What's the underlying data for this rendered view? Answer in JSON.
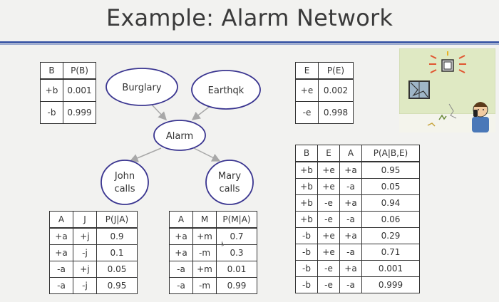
{
  "title": "Example: Alarm Network",
  "nodes": {
    "burglary": "Burglary",
    "earthquake": "Earthqk",
    "alarm": "Alarm",
    "john_line1": "John",
    "john_line2": "calls",
    "mary_line1": "Mary",
    "mary_line2": "calls"
  },
  "cpt_b": {
    "headers": [
      "B",
      "P(B)"
    ],
    "rows": [
      [
        "+b",
        "0.001"
      ],
      [
        "-b",
        "0.999"
      ]
    ]
  },
  "cpt_e": {
    "headers": [
      "E",
      "P(E)"
    ],
    "rows": [
      [
        "+e",
        "0.002"
      ],
      [
        "-e",
        "0.998"
      ]
    ]
  },
  "cpt_j": {
    "headers": [
      "A",
      "J",
      "P(J|A)"
    ],
    "rows": [
      [
        "+a",
        "+j",
        "0.9"
      ],
      [
        "+a",
        "-j",
        "0.1"
      ],
      [
        "-a",
        "+j",
        "0.05"
      ],
      [
        "-a",
        "-j",
        "0.95"
      ]
    ]
  },
  "cpt_m": {
    "headers": [
      "A",
      "M",
      "P(M|A)"
    ],
    "rows": [
      [
        "+a",
        "+m",
        "0.7"
      ],
      [
        "+a",
        "-m",
        "0.3"
      ],
      [
        "-a",
        "+m",
        "0.01"
      ],
      [
        "-a",
        "-m",
        "0.99"
      ]
    ]
  },
  "cpt_a": {
    "headers": [
      "B",
      "E",
      "A",
      "P(A|B,E)"
    ],
    "rows": [
      [
        "+b",
        "+e",
        "+a",
        "0.95"
      ],
      [
        "+b",
        "+e",
        "-a",
        "0.05"
      ],
      [
        "+b",
        "-e",
        "+a",
        "0.94"
      ],
      [
        "+b",
        "-e",
        "-a",
        "0.06"
      ],
      [
        "-b",
        "+e",
        "+a",
        "0.29"
      ],
      [
        "-b",
        "+e",
        "-a",
        "0.71"
      ],
      [
        "-b",
        "-e",
        "+a",
        "0.001"
      ],
      [
        "-b",
        "-e",
        "-a",
        "0.999"
      ]
    ]
  },
  "colors": {
    "accent": "#3b57a5",
    "node_border": "#3a3590",
    "edge": "#a8a8a8"
  }
}
